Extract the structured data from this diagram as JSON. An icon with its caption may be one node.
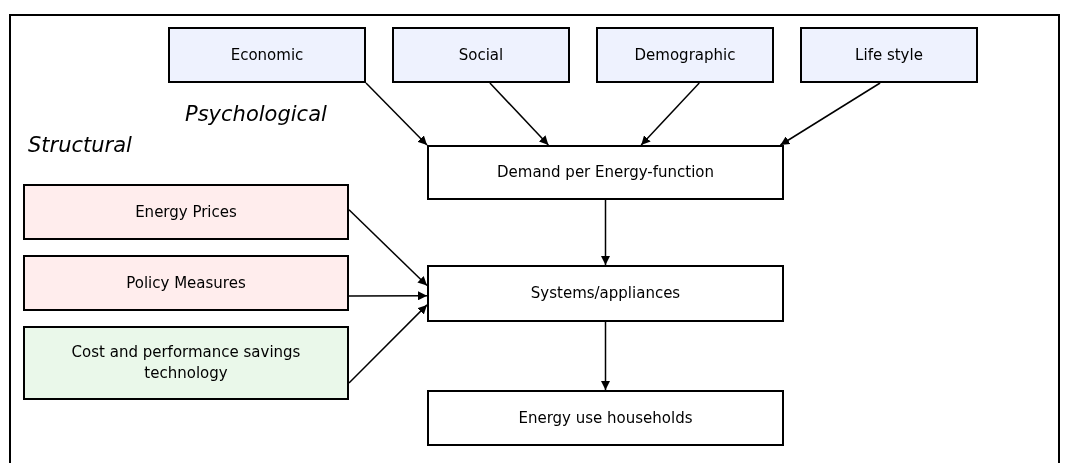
{
  "diagram": {
    "nodes": [
      {
        "text": [
          "Economic"
        ]
      },
      {
        "text": [
          "Social"
        ]
      },
      {
        "text": [
          "Demographic"
        ]
      },
      {
        "text": [
          "Life style"
        ]
      },
      {
        "text": [
          "Demand per Energy-function"
        ]
      },
      {
        "text": [
          "Energy Prices"
        ]
      },
      {
        "text": [
          "Policy Measures"
        ]
      },
      {
        "text": [
          "Cost and performance savings technology"
        ]
      },
      {
        "text": [
          "Systems/appliances"
        ]
      },
      {
        "text": [
          "Energy use households"
        ]
      }
    ],
    "edges": [
      {
        "from": 0,
        "to": 4,
        "arrow": "to"
      },
      {
        "from": 1,
        "to": 4,
        "arrow": "to"
      },
      {
        "from": 2,
        "to": 4,
        "arrow": "to"
      },
      {
        "from": 3,
        "to": 4,
        "arrow": "to"
      },
      {
        "from": 4,
        "to": 8,
        "arrow": "to"
      },
      {
        "from": 5,
        "to": 8,
        "arrow": "to"
      },
      {
        "from": 6,
        "to": 8,
        "arrow": "to"
      },
      {
        "from": 7,
        "to": 8,
        "arrow": "to"
      },
      {
        "from": 8,
        "to": 9,
        "arrow": "to"
      }
    ],
    "labels": [
      "Psychological",
      "Structural"
    ]
  }
}
